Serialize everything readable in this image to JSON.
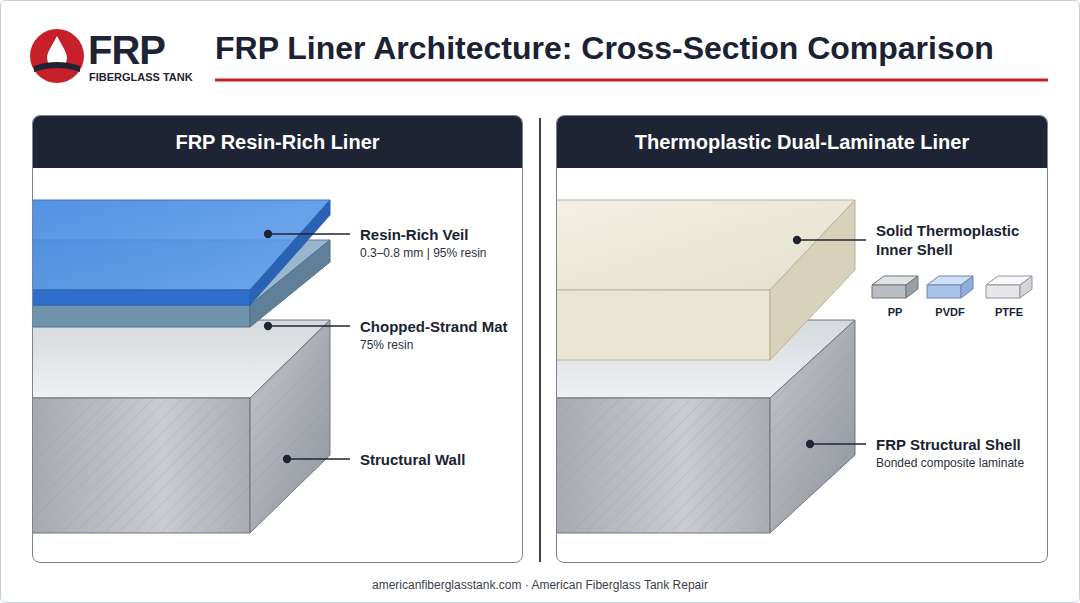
{
  "diagram": {
    "title": "FRP Liner Architecture: Cross-Section Comparison",
    "caption": "americanfiberglasstank.com · American Fiberglass Tank Repair",
    "nodes": [
      {
        "text": [
          "FRP Resin-Rich Liner"
        ]
      },
      {
        "text": [
          "Thermoplastic Dual-Laminate Liner"
        ]
      }
    ],
    "labels": [
      "FRP",
      "FIBERGLASS TANK",
      "Resin-Rich Veil",
      "0.3–0.8 mm | 95% resin",
      "Chopped-Strand Mat",
      "75% resin",
      "Structural Wall",
      "Solid Thermoplastic Inner Shell",
      "PP",
      "PVDF",
      "PTFE",
      "FRP Structural Shell",
      "Bonded composite laminate"
    ]
  }
}
